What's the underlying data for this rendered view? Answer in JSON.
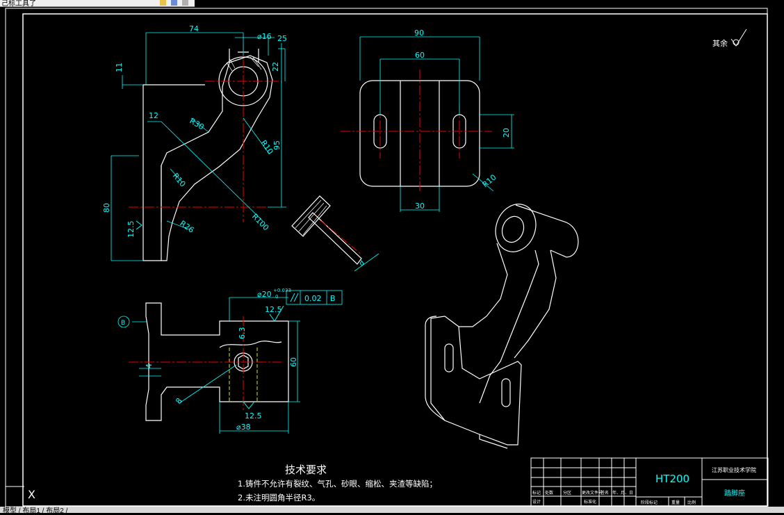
{
  "window": {
    "title_fragment": "己标工具了",
    "status_tabs": "模型 / 布局1 / 布局2 /"
  },
  "drawing": {
    "roughness_note": "其余",
    "technical_requirements": {
      "heading": "技术要求",
      "item1": "1.铸件不允许有裂纹、气孔、砂眼、缩松、夹渣等缺陷；",
      "item2": "2.未注明圆角半径R3。"
    },
    "title_block": {
      "material": "HT200",
      "school": "江苏职业技术学院",
      "part_name": "踏脚座",
      "row_labels_1": [
        "标记",
        "处数",
        "分区",
        "更改文件号",
        "签名",
        "年、月、日"
      ],
      "row_labels_2": [
        "设计",
        "",
        "",
        "标准化",
        "",
        ""
      ],
      "right_labels": [
        "阶段标记",
        "重量",
        "比例"
      ]
    },
    "dimensions": {
      "d74": "74",
      "phi16": "⌀16",
      "r25": "25",
      "d22": "22",
      "d11": "11",
      "d12": "12",
      "r30": "R30",
      "r10a": "R10",
      "d95": "95",
      "r10b": "R10",
      "d80": "80",
      "r26": "R26",
      "r100": "R100",
      "ra125a": "12.5",
      "d90": "90",
      "d60top": "60",
      "d20": "20",
      "d30": "30",
      "r10c": "R10",
      "phi20": "⌀20",
      "tol": "+0.033",
      "tol0": "0",
      "ra125b": "12.5",
      "par_val": "0.02",
      "datum_b": "B",
      "datum_circle": "B",
      "d4": "4",
      "ra63": "6.3",
      "d60side": "60",
      "d8": "8",
      "ra125c": "12.5",
      "phi38": "⌀38"
    },
    "ucs_label": "X"
  }
}
